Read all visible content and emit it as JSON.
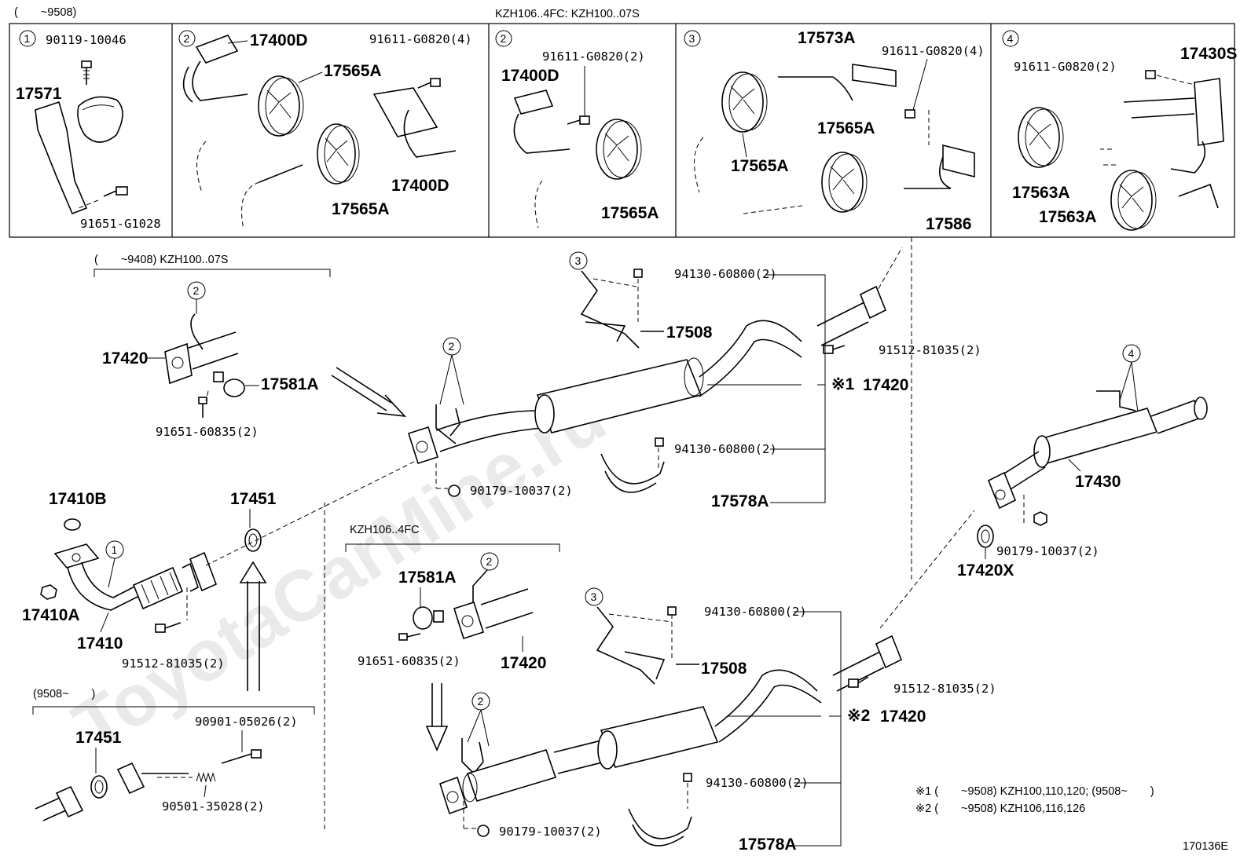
{
  "watermark": "ToyotaCarMine.ru",
  "header": {
    "left_note": "(　　~9508)",
    "center_note": "KZH106..4FC: KZH100..07S"
  },
  "panels": [
    {
      "circle": "1",
      "labels": [
        "90119-10046",
        "17571",
        "91651-G1028"
      ]
    },
    {
      "circle": "2",
      "labels": [
        "17400D",
        "17565A",
        "91611-G0820(4)",
        "17565A",
        "17400D"
      ]
    },
    {
      "circle": "2",
      "labels": [
        "91611-G0820(2)",
        "17400D",
        "17565A"
      ]
    },
    {
      "circle": "3",
      "labels": [
        "17573A",
        "91611-G0820(4)",
        "17565A",
        "17565A",
        "17586"
      ]
    },
    {
      "circle": "4",
      "labels": [
        "91611-G0820(2)",
        "17430S",
        "17563A",
        "17563A"
      ]
    }
  ],
  "groups": {
    "g9408": "(　　~9408) KZH100..07S",
    "g9508": "(9508~　　)",
    "kzh106": "KZH106..4FC"
  },
  "parts": {
    "p17420_a": "17420",
    "p17581A_a": "17581A",
    "p91651_a": "91651-60835(2)",
    "p17410B": "17410B",
    "p17451_a": "17451",
    "p17410A": "17410A",
    "p17410": "17410",
    "p91512_a": "91512-81035(2)",
    "p17451_b": "17451",
    "p90901": "90901-05026(2)",
    "p90501": "90501-35028(2)",
    "p94130_a": "94130-60800(2)",
    "p17508_a": "17508",
    "p91512_b": "91512-81035(2)",
    "p17420_top": "17420",
    "p94130_b": "94130-60800(2)",
    "p90179_a": "90179-10037(2)",
    "p17578A_a": "17578A",
    "p17430": "17430",
    "p90179_b": "90179-10037(2)",
    "p17420X": "17420X",
    "p17581A_b": "17581A",
    "p91651_b": "91651-60835(2)",
    "p17420_b": "17420",
    "p94130_c": "94130-60800(2)",
    "p17508_b": "17508",
    "p91512_c": "91512-81035(2)",
    "p17420_bot": "17420",
    "p94130_d": "94130-60800(2)",
    "p90179_c": "90179-10037(2)",
    "p17578A_b": "17578A"
  },
  "refs": {
    "r1": "※1",
    "r2": "※2"
  },
  "callouts": {
    "c2_a": "2",
    "c2_b": "2",
    "c3_a": "3",
    "c1": "1",
    "c4": "4",
    "c2_c": "2",
    "c3_b": "3",
    "c2_d": "2"
  },
  "footnotes": {
    "n1": "※1 (　　~9508) KZH100,110,120; (9508~　　)",
    "n2": "※2 (　　~9508) KZH106,116,126"
  },
  "catalog_code": "170136E"
}
